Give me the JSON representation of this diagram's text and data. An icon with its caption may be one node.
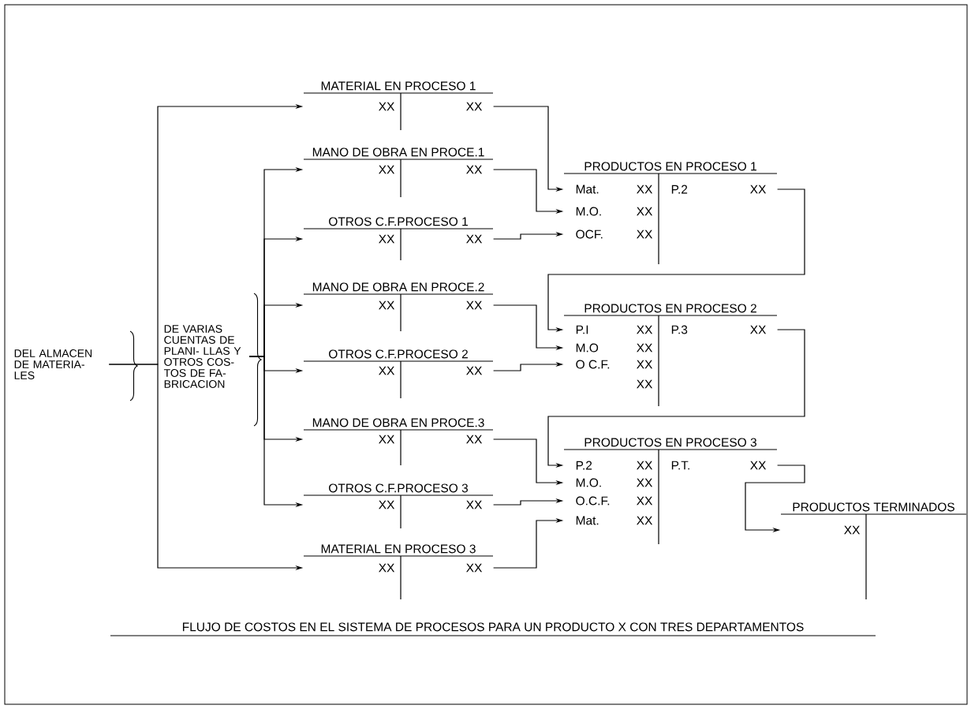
{
  "diagram": {
    "caption": "FLUJO DE COSTOS EN EL SISTEMA DE PROCESOS PARA UN PRODUCTO X CON TRES DEPARTAMENTOS",
    "nodes": [
      {
        "text": [
          "DEL ALMACEN DE MATERIA- LES"
        ]
      },
      {
        "text": [
          "DE VARIAS CUENTAS DE PLANI- LLAS Y OTROS COS- TOS DE FA- BRICACION"
        ]
      },
      {
        "text": [
          "MATERIAL EN PROCESO 1",
          "XX",
          "XX"
        ]
      },
      {
        "text": [
          "MANO DE OBRA EN PROCE.1",
          "XX",
          "XX"
        ]
      },
      {
        "text": [
          "OTROS C.F.PROCESO 1",
          "XX",
          "XX"
        ]
      },
      {
        "text": [
          "PRODUCTOS EN PROCESO 1",
          "Mat.",
          "XX",
          "P.2",
          "XX",
          "M.O.",
          "XX",
          "OCF.",
          "XX"
        ]
      },
      {
        "text": [
          "MANO DE OBRA EN PROCE.2",
          "XX",
          "XX"
        ]
      },
      {
        "text": [
          "OTROS C.F.PROCESO 2",
          "XX",
          "XX"
        ]
      },
      {
        "text": [
          "PRODUCTOS EN PROCESO 2",
          "P.I",
          "XX",
          "P.3",
          "XX",
          "M.O",
          "XX",
          "O C.F.",
          "XX",
          "XX"
        ]
      },
      {
        "text": [
          "MANO DE OBRA EN PROCE.3",
          "XX",
          "XX"
        ]
      },
      {
        "text": [
          "OTROS C.F.PROCESO 3",
          "XX",
          "XX"
        ]
      },
      {
        "text": [
          "PRODUCTOS EN PROCESO 3",
          "P.2",
          "XX",
          "P.T.",
          "XX",
          "M.O.",
          "XX",
          "O.C.F.",
          "XX",
          "Mat.",
          "XX"
        ]
      },
      {
        "text": [
          "PRODUCTOS TERMINADOS",
          "XX"
        ]
      },
      {
        "text": [
          "MATERIAL EN PROCESO 3",
          "XX",
          "XX"
        ]
      }
    ],
    "edges": [
      {
        "from": 0,
        "to": 2,
        "arrow": "to"
      },
      {
        "from": 0,
        "to": 13,
        "arrow": "to"
      },
      {
        "from": 1,
        "to": 3,
        "arrow": "to"
      },
      {
        "from": 1,
        "to": 4,
        "arrow": "to"
      },
      {
        "from": 1,
        "to": 6,
        "arrow": "to"
      },
      {
        "from": 1,
        "to": 7,
        "arrow": "to"
      },
      {
        "from": 1,
        "to": 9,
        "arrow": "to"
      },
      {
        "from": 1,
        "to": 10,
        "arrow": "to"
      },
      {
        "from": 2,
        "to": 5,
        "arrow": "to"
      },
      {
        "from": 3,
        "to": 5,
        "arrow": "to"
      },
      {
        "from": 4,
        "to": 5,
        "arrow": "to"
      },
      {
        "from": 5,
        "to": 8,
        "arrow": "to"
      },
      {
        "from": 6,
        "to": 8,
        "arrow": "to"
      },
      {
        "from": 7,
        "to": 8,
        "arrow": "to"
      },
      {
        "from": 8,
        "to": 11,
        "arrow": "to"
      },
      {
        "from": 9,
        "to": 11,
        "arrow": "to"
      },
      {
        "from": 10,
        "to": 11,
        "arrow": "to"
      },
      {
        "from": 13,
        "to": 11,
        "arrow": "to"
      },
      {
        "from": 11,
        "to": 12,
        "arrow": "to"
      }
    ]
  }
}
